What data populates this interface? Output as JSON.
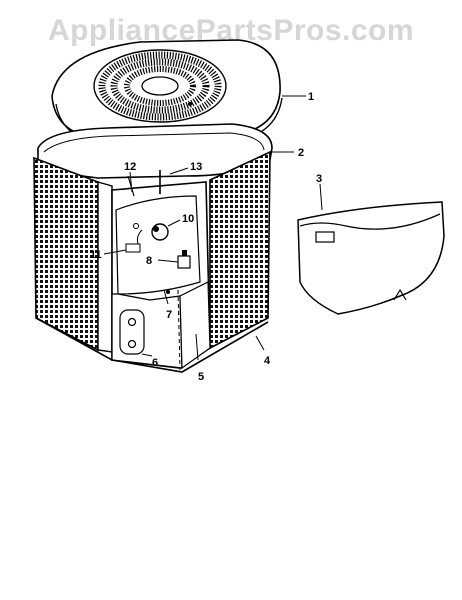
{
  "watermark": "AppliancePartsPros.com",
  "callouts": [
    {
      "id": "c1",
      "label": "1"
    },
    {
      "id": "c2",
      "label": "2"
    },
    {
      "id": "c3",
      "label": "3"
    },
    {
      "id": "c4",
      "label": "4"
    },
    {
      "id": "c5",
      "label": "5"
    },
    {
      "id": "c6",
      "label": "6"
    },
    {
      "id": "c7",
      "label": "7"
    },
    {
      "id": "c8",
      "label": "8"
    },
    {
      "id": "c10",
      "label": "10"
    },
    {
      "id": "c11",
      "label": "11"
    },
    {
      "id": "c12",
      "label": "12"
    },
    {
      "id": "c13",
      "label": "13"
    }
  ]
}
